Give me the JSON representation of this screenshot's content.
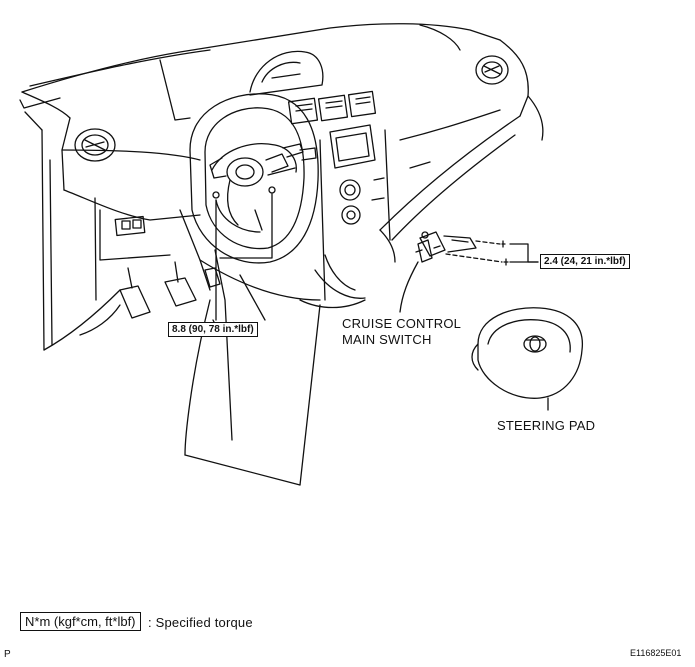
{
  "labels": {
    "cruise_control_line1": "CRUISE CONTROL",
    "cruise_control_line2": "MAIN SWITCH",
    "steering_pad": "STEERING PAD"
  },
  "torque_specs": {
    "steering_column": "8.8 (90, 78 in.*lbf)",
    "switch_screws": "2.4 (24, 21 in.*lbf)"
  },
  "legend": {
    "unit_box": "N*m (kgf*cm, ft*lbf)",
    "description": ": Specified torque"
  },
  "footer": {
    "left_mark": "P",
    "figure_id": "E116825E01"
  },
  "colors": {
    "ink": "#111111",
    "background": "#ffffff"
  }
}
